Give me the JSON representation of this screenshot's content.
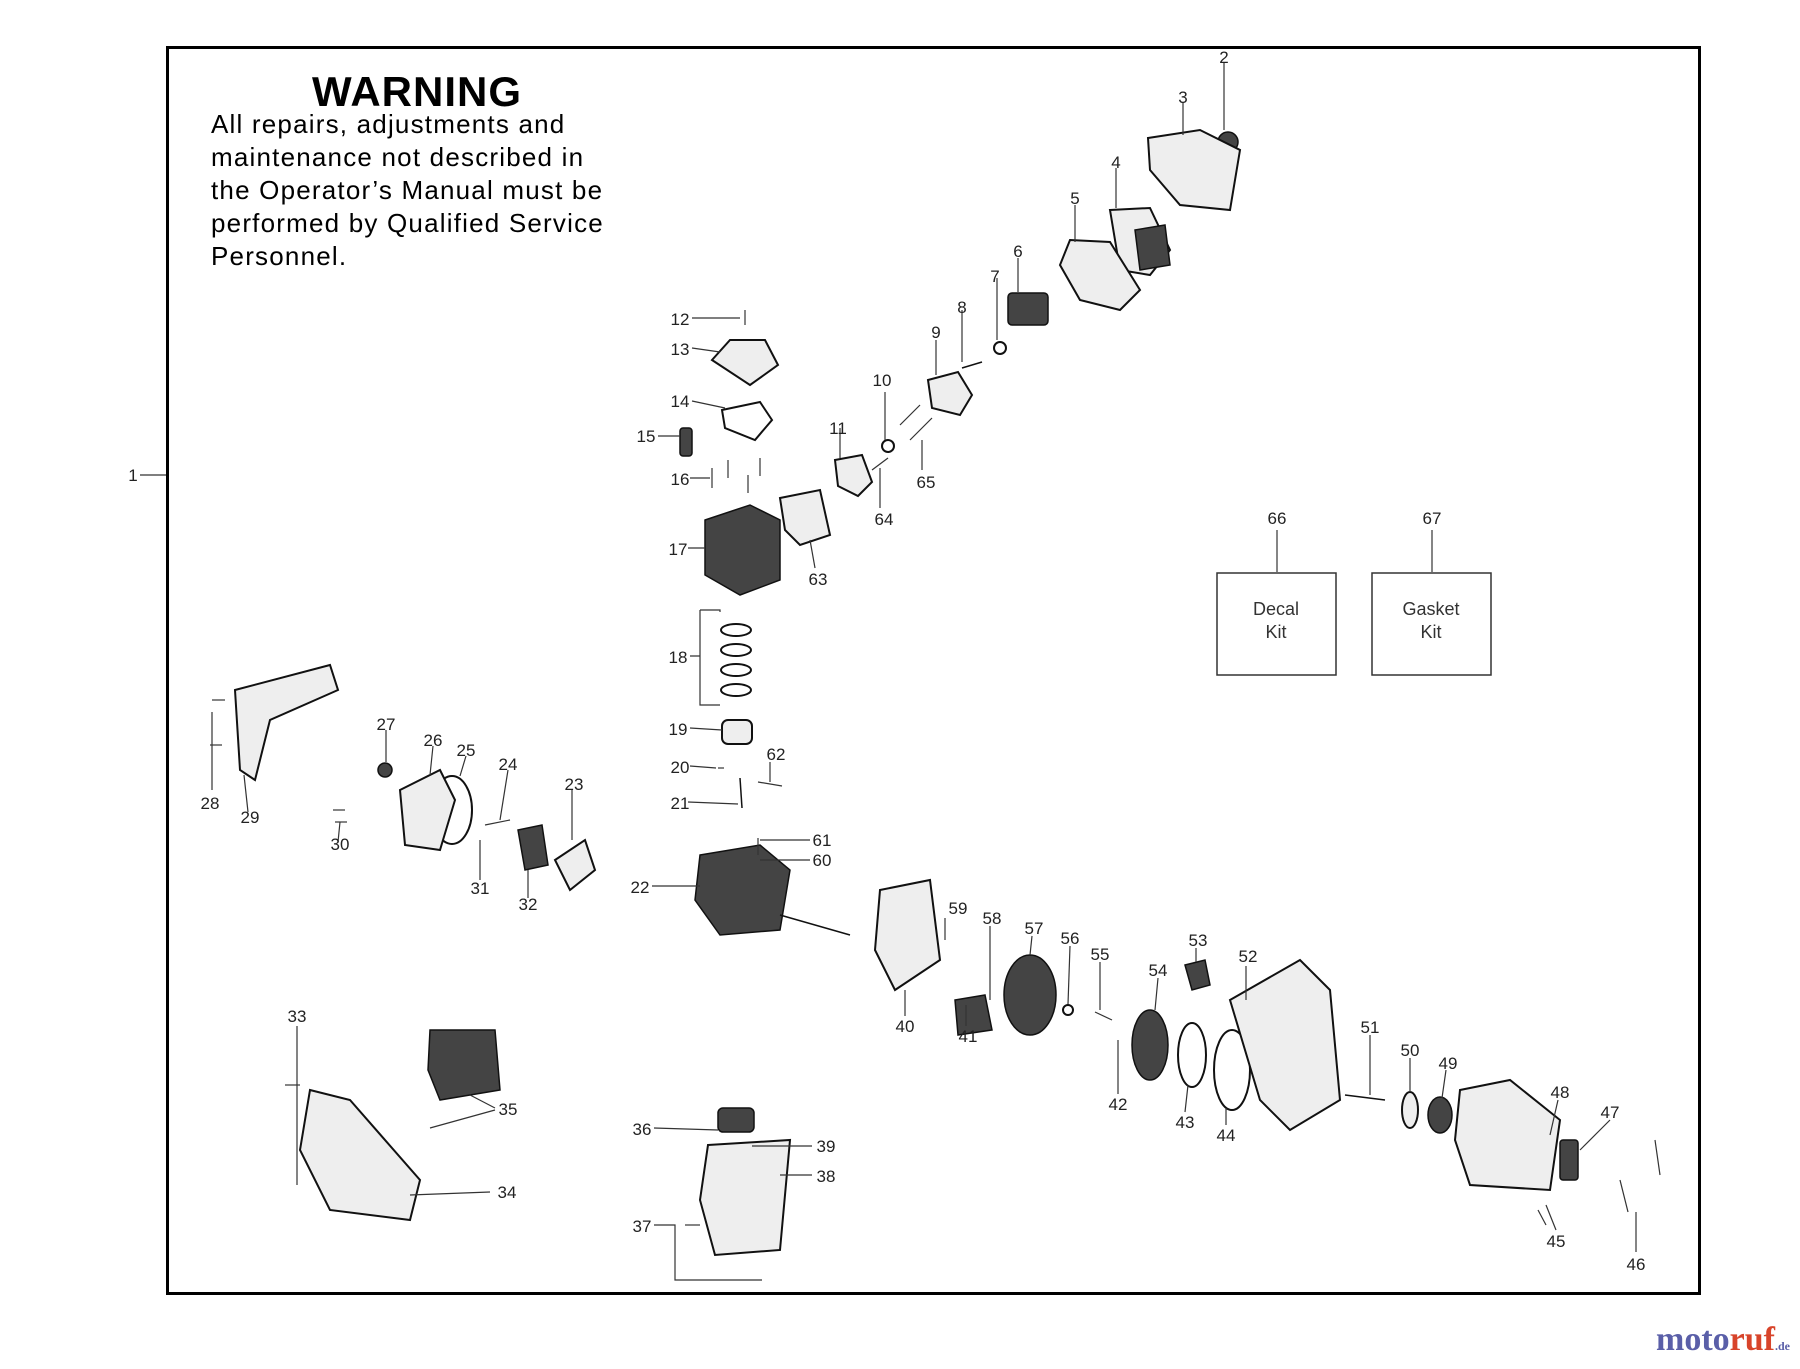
{
  "warning": {
    "title": "WARNING",
    "lines": [
      "All repairs, adjustments and",
      "maintenance not described in",
      "the Operator’s Manual must be",
      "performed by Qualified Service",
      "Personnel."
    ]
  },
  "kits": [
    {
      "number": "66",
      "line1": "Decal",
      "line2": "Kit"
    },
    {
      "number": "67",
      "line1": "Gasket",
      "line2": "Kit"
    }
  ],
  "part_numbers": [
    "1",
    "2",
    "3",
    "4",
    "5",
    "6",
    "7",
    "8",
    "9",
    "10",
    "11",
    "12",
    "13",
    "14",
    "15",
    "16",
    "17",
    "18",
    "19",
    "20",
    "21",
    "22",
    "23",
    "24",
    "25",
    "26",
    "27",
    "28",
    "29",
    "30",
    "31",
    "32",
    "33",
    "34",
    "35",
    "36",
    "37",
    "38",
    "39",
    "40",
    "41",
    "42",
    "43",
    "44",
    "45",
    "46",
    "47",
    "48",
    "49",
    "50",
    "51",
    "52",
    "53",
    "54",
    "55",
    "56",
    "57",
    "58",
    "59",
    "60",
    "61",
    "62",
    "63",
    "64",
    "65"
  ],
  "watermark": {
    "part1": "moto",
    "part2": "ruf",
    "suffix": ".de"
  }
}
